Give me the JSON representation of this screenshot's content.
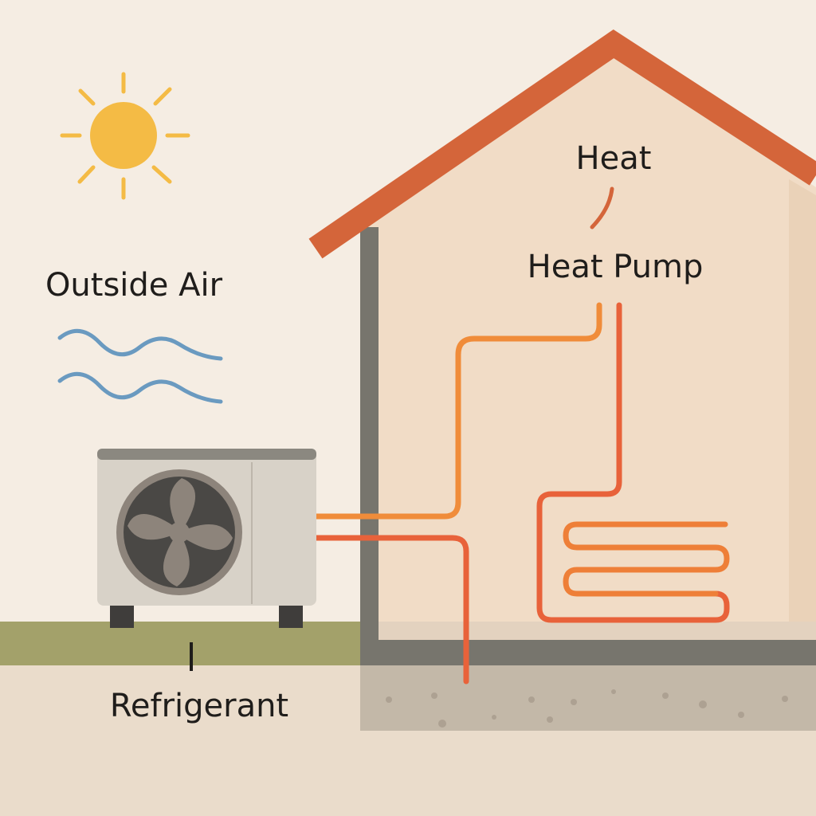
{
  "labels": {
    "heat": "Heat",
    "heat_pump": "Heat Pump",
    "outside_air": "Outside Air",
    "refrigerant": "Refrigerant"
  },
  "colors": {
    "background": "#f5ede3",
    "roof": "#d4653a",
    "sun": "#f4bb45",
    "air_waves": "#6a9ac0",
    "warm_pipe": "#f08c3a",
    "hot_pipe": "#e8623a",
    "wall": "#77756d",
    "grass": "#a3a16a"
  }
}
